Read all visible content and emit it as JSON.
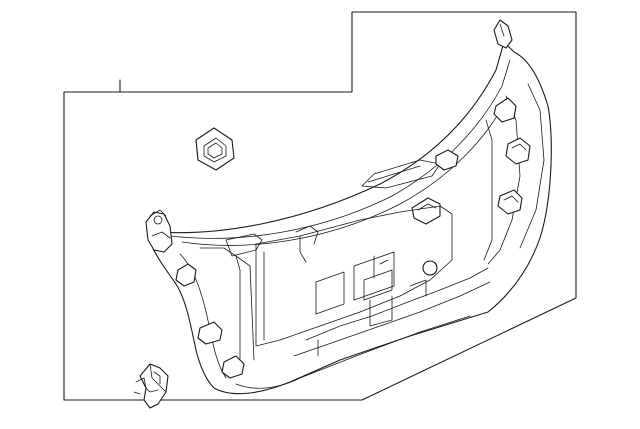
{
  "diagram": {
    "kind": "exploded parts illustration",
    "line_color": "#1a1a1a",
    "background": "#ffffff",
    "parts": [
      {
        "id": "gate-trim-panel"
      },
      {
        "id": "fastener-clip"
      },
      {
        "id": "retainer-clip"
      }
    ]
  }
}
